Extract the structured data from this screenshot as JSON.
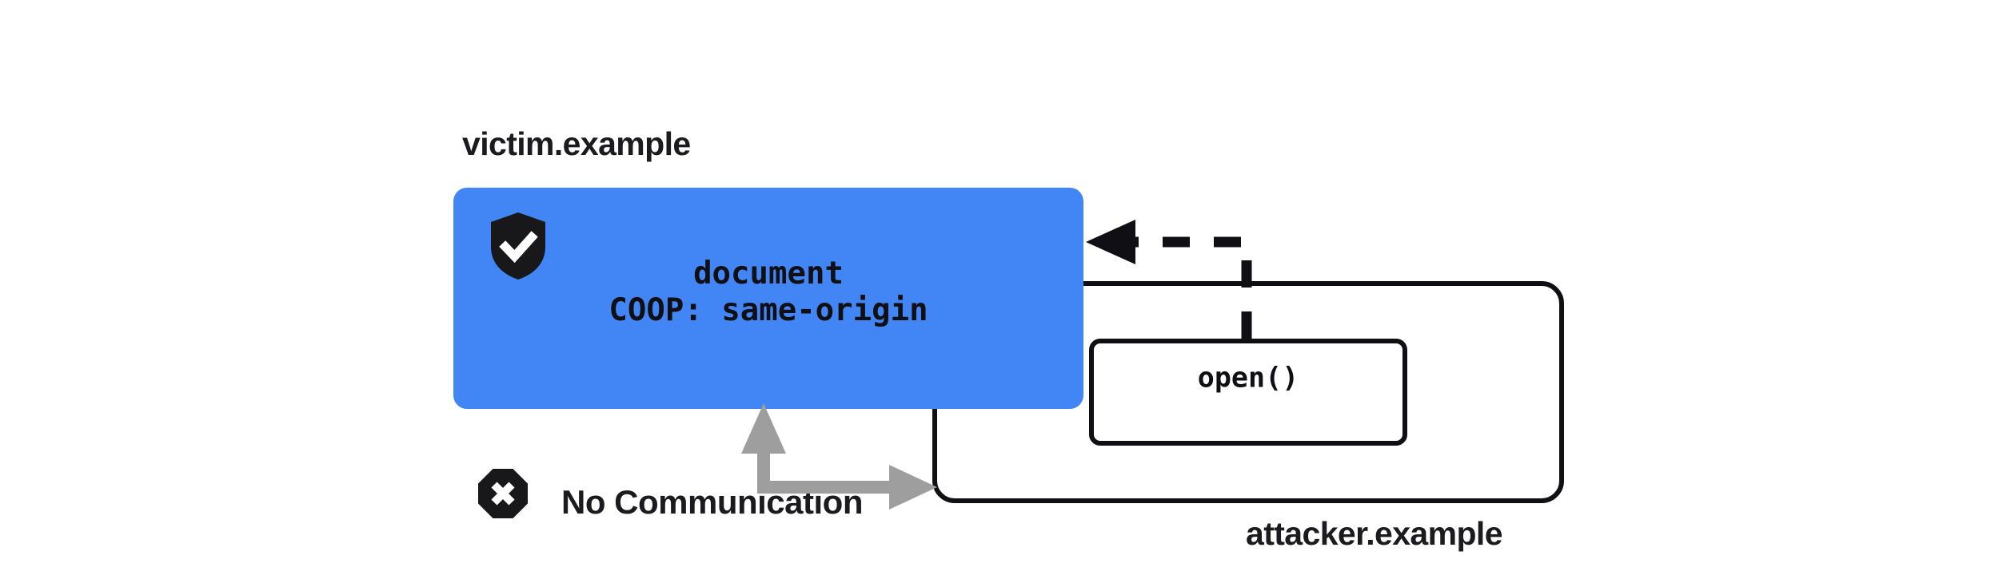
{
  "diagram": {
    "title_victim": "victim.example",
    "title_attacker": "attacker.example",
    "no_communication_label": "No Communication",
    "document_line1": "document",
    "document_line2": "COOP: same-origin",
    "document_text": "document\nCOOP: same-origin",
    "open_call_label": "open()",
    "icons": {
      "shield_check": "shield-check-icon",
      "x_octagon": "x-octagon-icon"
    },
    "colors": {
      "victim_box_fill": "#4285f4",
      "stroke": "#101014",
      "blocked_arrow": "#9e9e9e",
      "text": "#1b1b1f",
      "background": "#ffffff"
    },
    "arrows": {
      "open_to_document": {
        "style": "dashed",
        "direction": "right-to-left",
        "color": "#101014",
        "meaning": "open() opens the victim document"
      },
      "blocked_communication": {
        "style": "solid-thick",
        "direction": "bidirectional-blocked",
        "color": "#9e9e9e",
        "meaning": "No Communication"
      }
    }
  }
}
